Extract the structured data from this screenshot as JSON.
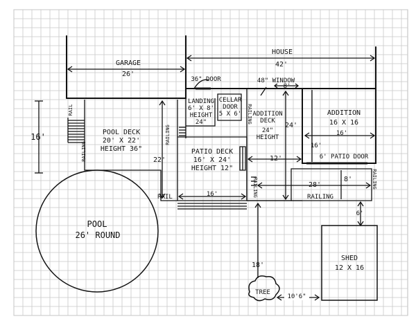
{
  "labels": {
    "house": "HOUSE",
    "house_dim": "42'",
    "garage": "GARAGE",
    "garage_dim": "26'",
    "door_36": "36\" DOOR",
    "landing": "LANDING",
    "landing_size": "6' X 8'",
    "landing_height": "HEIGHT",
    "landing_height_val": "24\"",
    "cellar": "CELLAR",
    "cellar_door": "DOOR",
    "cellar_size": "5 X 6'",
    "window_48": "48\" WINDOW",
    "window_dim": "8'",
    "addition": "ADDITION",
    "addition_size": "16 X 16",
    "addition_dim_16": "16'",
    "addition_side_16": "16'",
    "addition_deck": "ADDITION",
    "addition_deck2": "DECK",
    "addition_deck_height": "24\"",
    "addition_deck_height_label": "HEIGHT",
    "deck_24": "24'",
    "deck_12": "12'",
    "patio_door": "6' PATIO DOOR",
    "pool_deck": "POOL DECK",
    "pool_deck_size": "20' X 22'",
    "pool_deck_height": "HEIGHT 36\"",
    "dim_22": "22'",
    "dim_16_left": "16'",
    "patio_deck": "PATIO DECK",
    "patio_deck_size": "16' X 24'",
    "patio_deck_height": "HEIGHT 12\"",
    "dim_16_bottom": "16'",
    "dim_28": "28'",
    "dim_8": "8'",
    "dim_6": "6'",
    "dim_18": "18'",
    "dim_10_6": "10'6\"",
    "rail": "RAIL",
    "rail_left": "RAIL",
    "railing": "RAILING",
    "railing_bottom": "RAILING",
    "railing_right": "RAILING",
    "railing_mid": "RAILING",
    "railing_add": "RAILING",
    "railing_patio": "RAILING",
    "pool": "POOL",
    "pool_size": "26' ROUND",
    "shed": "SHED",
    "shed_size": "12 X 16",
    "tree": "TREE"
  }
}
